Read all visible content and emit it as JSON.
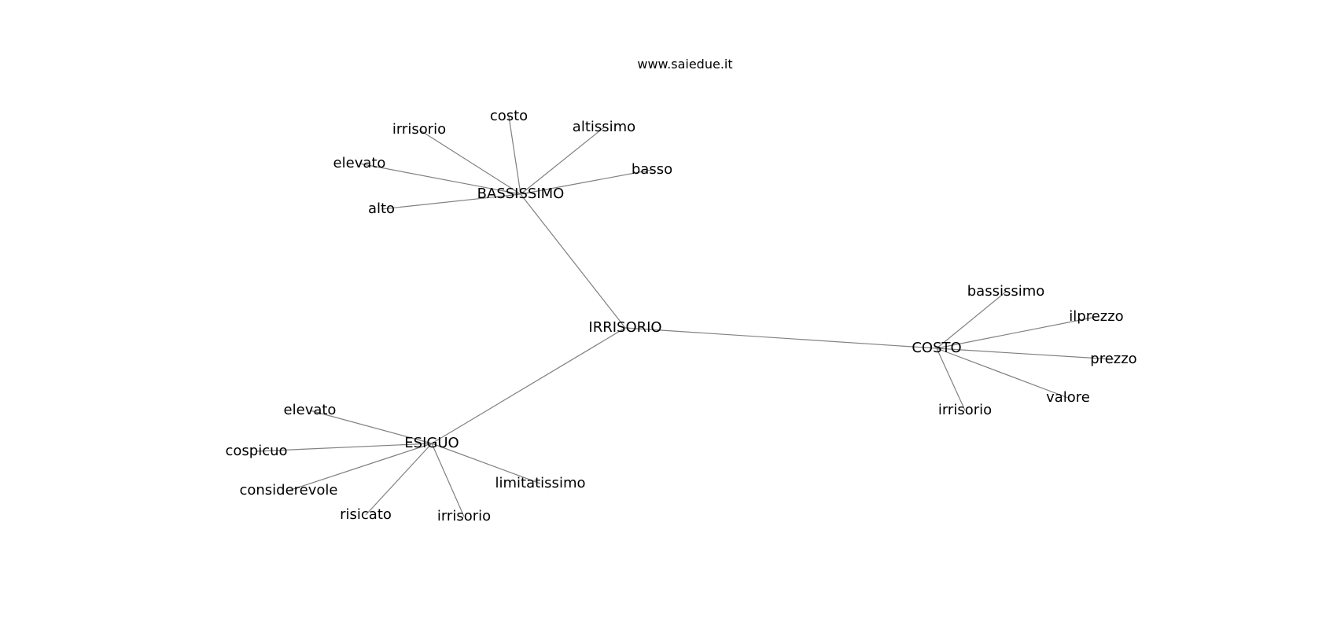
{
  "header": {
    "site": "www.saiedue.it"
  },
  "graph": {
    "colors": {
      "edge": "#808080",
      "text": "#000000",
      "background": "#ffffff"
    },
    "nodes": [
      {
        "id": "irrisorio_root",
        "label": "IRRISORIO"
      },
      {
        "id": "bassissimo",
        "label": "BASSISSIMO"
      },
      {
        "id": "costo_hub",
        "label": "COSTO"
      },
      {
        "id": "esiguo",
        "label": "ESIGUO"
      },
      {
        "id": "b_costo",
        "label": "costo"
      },
      {
        "id": "b_irrisorio",
        "label": "irrisorio"
      },
      {
        "id": "b_altissimo",
        "label": "altissimo"
      },
      {
        "id": "b_elevato",
        "label": "elevato"
      },
      {
        "id": "b_basso",
        "label": "basso"
      },
      {
        "id": "b_alto",
        "label": "alto"
      },
      {
        "id": "c_bassissimo",
        "label": "bassissimo"
      },
      {
        "id": "c_ilprezzo",
        "label": "ilprezzo"
      },
      {
        "id": "c_prezzo",
        "label": "prezzo"
      },
      {
        "id": "c_valore",
        "label": "valore"
      },
      {
        "id": "c_irrisorio",
        "label": "irrisorio"
      },
      {
        "id": "e_elevato",
        "label": "elevato"
      },
      {
        "id": "e_cospicuo",
        "label": "cospicuo"
      },
      {
        "id": "e_considerevole",
        "label": "considerevole"
      },
      {
        "id": "e_risicato",
        "label": "risicato"
      },
      {
        "id": "e_irrisorio",
        "label": "irrisorio"
      },
      {
        "id": "e_limitatissimo",
        "label": "limitatissimo"
      }
    ],
    "edges": [
      [
        "irrisorio_root",
        "bassissimo"
      ],
      [
        "irrisorio_root",
        "costo_hub"
      ],
      [
        "irrisorio_root",
        "esiguo"
      ],
      [
        "bassissimo",
        "b_costo"
      ],
      [
        "bassissimo",
        "b_irrisorio"
      ],
      [
        "bassissimo",
        "b_altissimo"
      ],
      [
        "bassissimo",
        "b_elevato"
      ],
      [
        "bassissimo",
        "b_basso"
      ],
      [
        "bassissimo",
        "b_alto"
      ],
      [
        "costo_hub",
        "c_bassissimo"
      ],
      [
        "costo_hub",
        "c_ilprezzo"
      ],
      [
        "costo_hub",
        "c_prezzo"
      ],
      [
        "costo_hub",
        "c_valore"
      ],
      [
        "costo_hub",
        "c_irrisorio"
      ],
      [
        "esiguo",
        "e_elevato"
      ],
      [
        "esiguo",
        "e_cospicuo"
      ],
      [
        "esiguo",
        "e_considerevole"
      ],
      [
        "esiguo",
        "e_risicato"
      ],
      [
        "esiguo",
        "e_irrisorio"
      ],
      [
        "esiguo",
        "e_limitatissimo"
      ]
    ]
  }
}
